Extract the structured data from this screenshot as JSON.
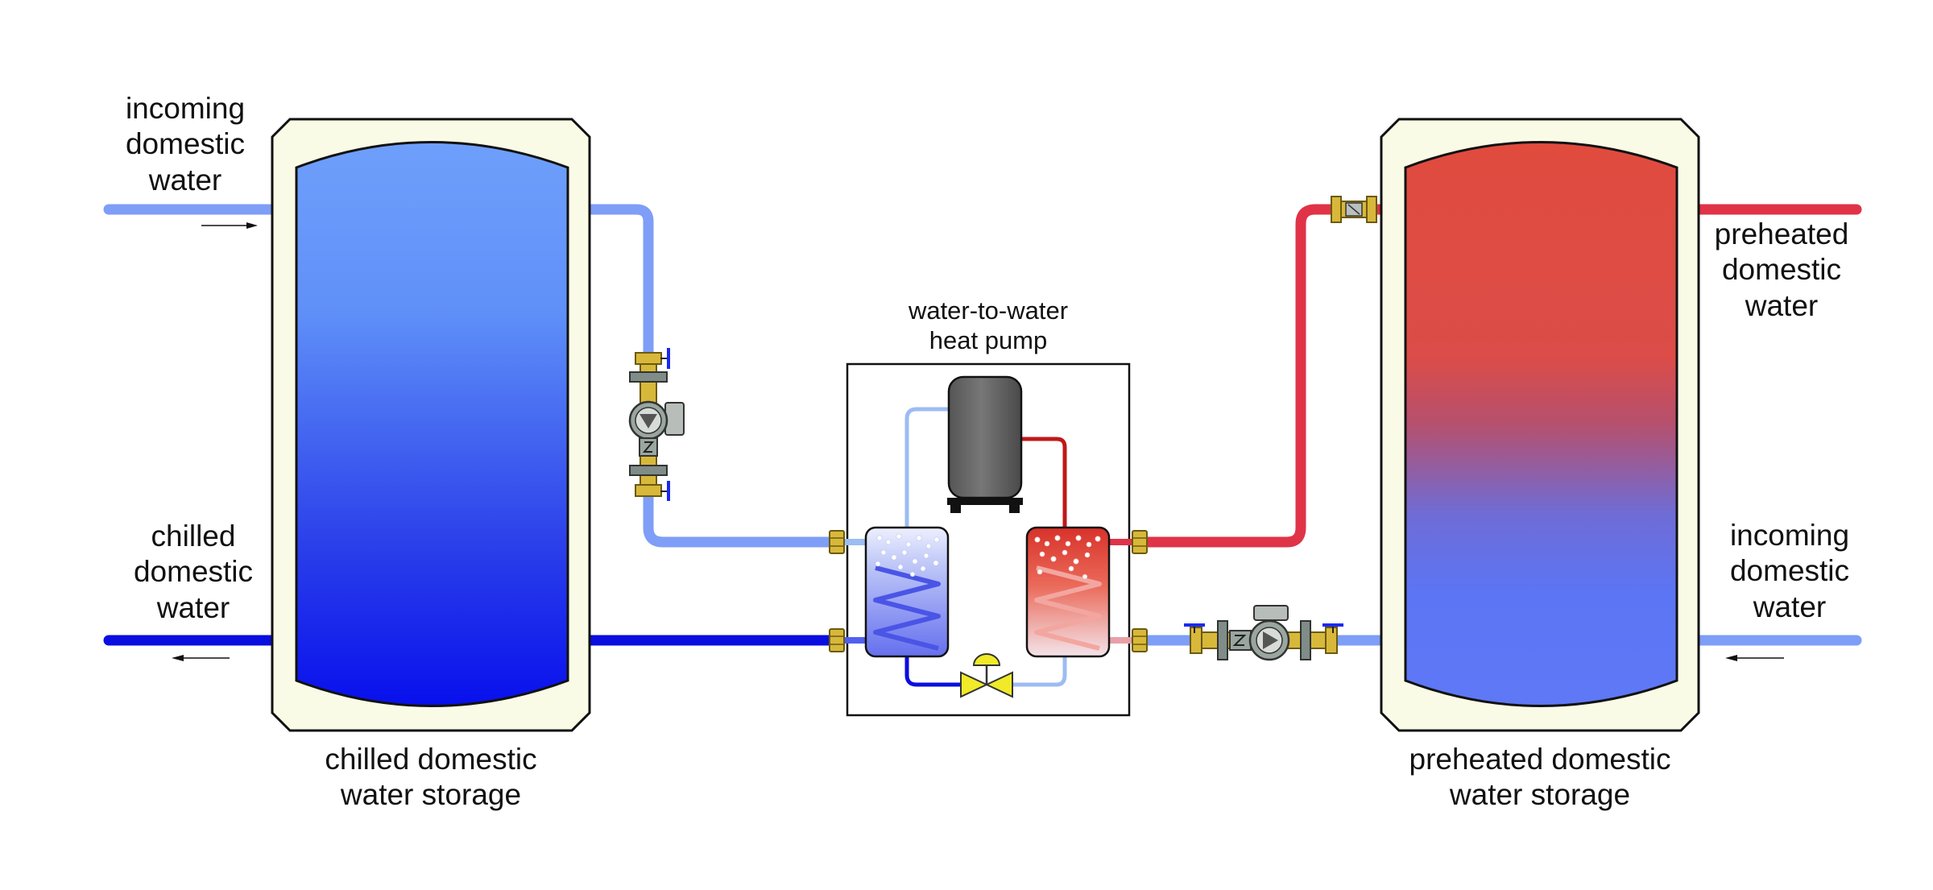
{
  "labels": {
    "incoming_left": "incoming\ndomestic\nwater",
    "chilled_left": "chilled\ndomestic\nwater",
    "chilled_storage": "chilled domestic\nwater storage",
    "heat_pump": "water-to-water\nheat pump",
    "preheated_right": "preheated\ndomestic\nwater",
    "incoming_right": "incoming\ndomestic\nwater",
    "preheated_storage": "preheated domestic\nwater storage"
  },
  "colors": {
    "pipe_light_blue": "#7e9ef7",
    "pipe_dark_blue": "#0a0ee0",
    "pipe_red": "#e03348",
    "pipe_pale_blue": "#9cbcf3",
    "pipe_dark_red": "#c01818",
    "tank_jacket": "#fafbe6",
    "brass": "#d8b83a",
    "pump_body": "#9aa6a0",
    "compressor": "#666666"
  },
  "icons": {
    "circulator_pump": "circulator-pump-icon",
    "isolation_valve": "flange-valve-icon",
    "check_valve": "check-valve-icon",
    "compressor": "compressor-icon",
    "expansion_valve": "expansion-valve-icon",
    "flow_arrow": "flow-arrow-icon"
  }
}
